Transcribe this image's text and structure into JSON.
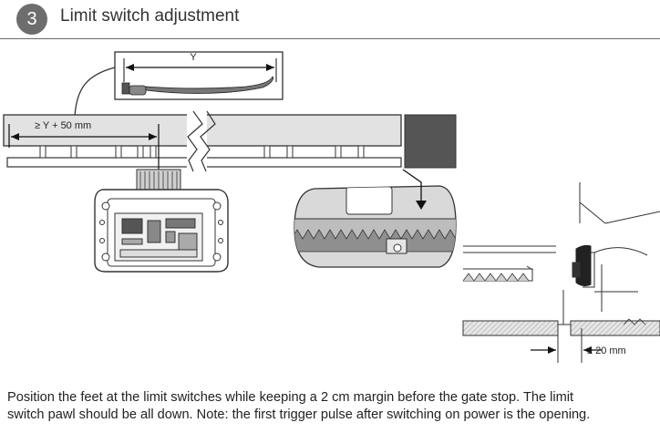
{
  "header": {
    "step_number": "3",
    "title": "Limit switch adjustment"
  },
  "labels": {
    "dimension_y": "Y",
    "dimension_feet": "≥  Y + 50 mm",
    "dimension_margin": "≥ 20 mm"
  },
  "caption": {
    "line_1": "Position the feet at the limit switches while keeping a 2 cm margin before the gate stop. The limit",
    "line_2": "switch pawl should be all down. Note: the first trigger pulse after switching on power is the opening."
  },
  "colors": {
    "step_badge": "#6d6d6d",
    "gate_fill": "#e2e2e2",
    "gate_stop": "#555555",
    "detail_circle": "#d9d9d9",
    "rack_teeth": "#8f8f8f",
    "ground_hatch": "#cfcfcf",
    "line": "#333333"
  }
}
